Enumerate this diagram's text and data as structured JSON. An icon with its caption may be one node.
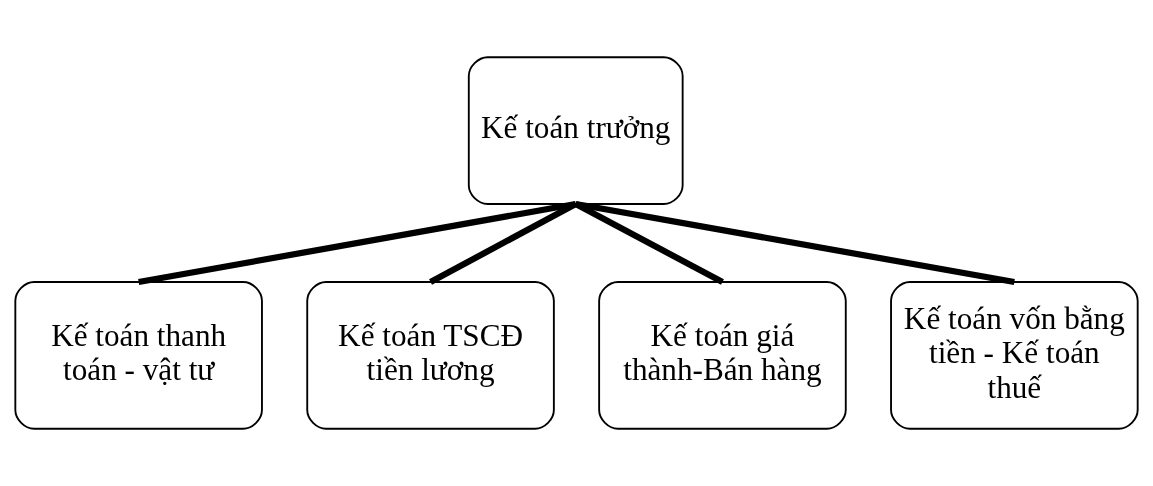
{
  "diagram": {
    "nodes": [
      {
        "text": [
          "Kế toán trưởng"
        ]
      },
      {
        "text": [
          "Kế toán thanh toán - vật tư"
        ]
      },
      {
        "text": [
          "Kế toán TSCĐ tiền lương"
        ]
      },
      {
        "text": [
          "Kế toán giá thành-Bán hàng"
        ]
      },
      {
        "text": [
          "Kế toán vốn bằng tiền - Kế toán thuế"
        ]
      }
    ],
    "edges": [
      {
        "from": 0,
        "to": 1,
        "arrow": "none"
      },
      {
        "from": 0,
        "to": 2,
        "arrow": "none"
      },
      {
        "from": 0,
        "to": 3,
        "arrow": "none"
      },
      {
        "from": 0,
        "to": 4,
        "arrow": "none"
      }
    ]
  }
}
